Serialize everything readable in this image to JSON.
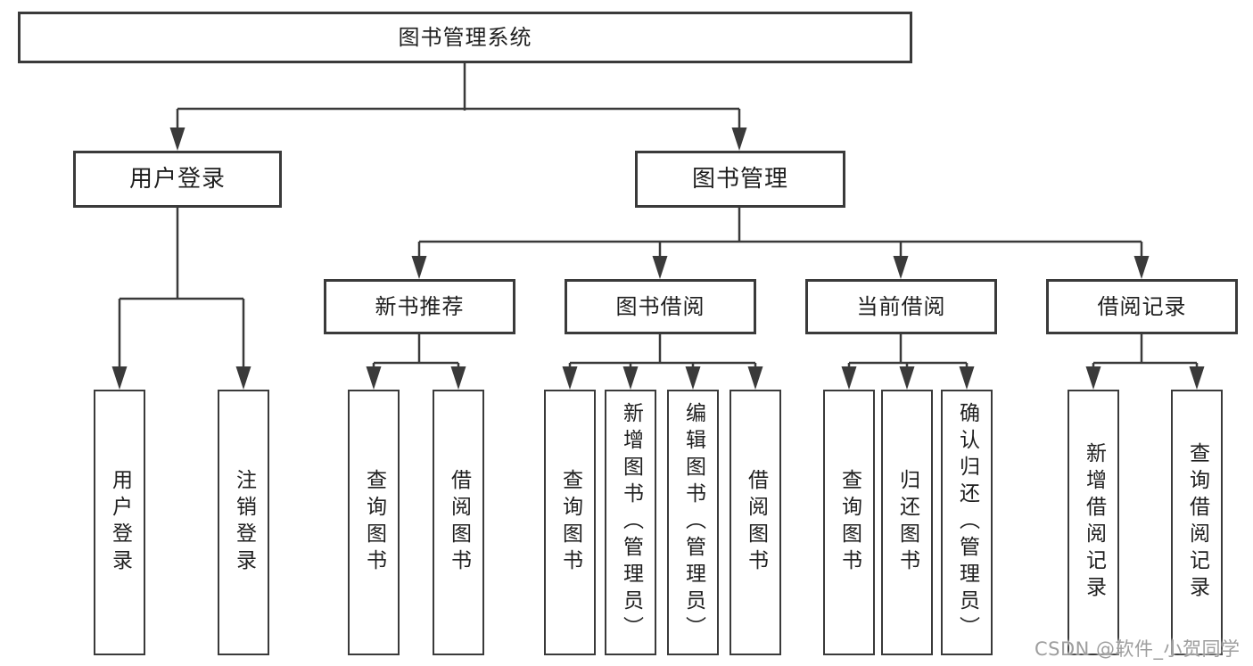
{
  "diagram_type": "functional-structure-tree",
  "colors": {
    "line": "#3a3a3a",
    "box_border": "#3a3a3a",
    "text": "#1f1f1f",
    "background": "#ffffff",
    "watermark": "#9e9e9e"
  },
  "tree": {
    "label": "图书管理系统",
    "children": [
      {
        "label": "用户登录",
        "children": [
          {
            "label": "用户登录"
          },
          {
            "label": "注销登录"
          }
        ]
      },
      {
        "label": "图书管理",
        "children": [
          {
            "label": "新书推荐",
            "children": [
              {
                "label": "查询图书"
              },
              {
                "label": "借阅图书"
              }
            ]
          },
          {
            "label": "图书借阅",
            "children": [
              {
                "label": "查询图书"
              },
              {
                "label": "新增图书（管理员）"
              },
              {
                "label": "编辑图书（管理员）"
              },
              {
                "label": "借阅图书"
              }
            ]
          },
          {
            "label": "当前借阅",
            "children": [
              {
                "label": "查询图书"
              },
              {
                "label": "归还图书"
              },
              {
                "label": "确认归还（管理员）"
              }
            ]
          },
          {
            "label": "借阅记录",
            "children": [
              {
                "label": "新增借阅记录"
              },
              {
                "label": "查询借阅记录"
              }
            ]
          }
        ]
      }
    ]
  },
  "watermark": "CSDN @软件_小贺同学"
}
